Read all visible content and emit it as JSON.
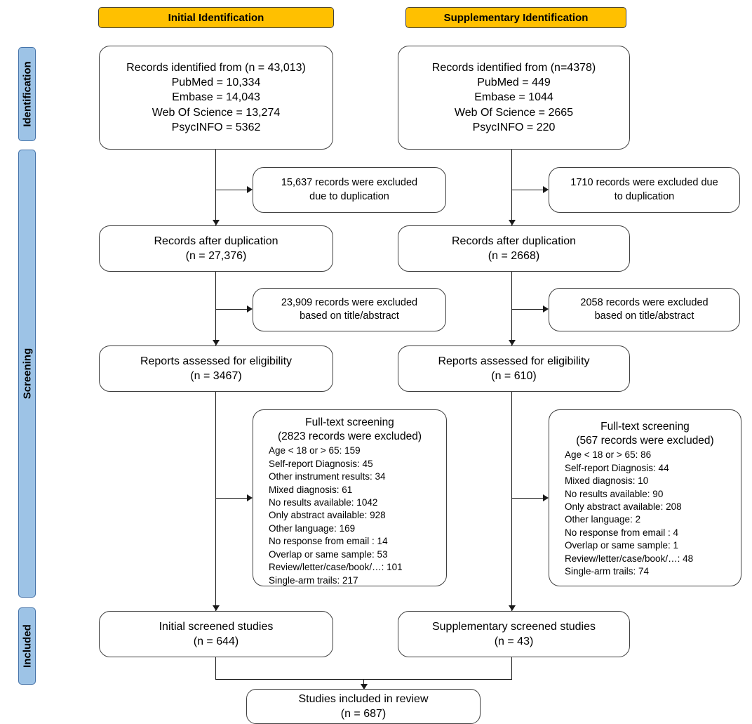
{
  "phases": [
    {
      "label": "Identification"
    },
    {
      "label": "Screening"
    },
    {
      "label": "Included"
    }
  ],
  "banners": {
    "initial": "Initial  Identification",
    "supplementary": "Supplementary Identification"
  },
  "colors": {
    "phase_bar_fill": "#9DC3E6",
    "phase_bar_stroke": "#4472A8",
    "banner_fill": "#FFC000",
    "box_stroke": "#3f3f3f",
    "connector": "#1a1a1a",
    "background": "#ffffff"
  },
  "initial_column": {
    "identified": {
      "title": "Records identified from  (n = 43,013)",
      "sources": [
        "PubMed = 10,334",
        "Embase = 14,043",
        "Web Of Science = 13,274",
        "PsycINFO = 5362"
      ]
    },
    "duplication_excluded": [
      "15,637 records were excluded",
      "due to duplication"
    ],
    "after_duplication": [
      "Records after duplication",
      "(n = 27,376)"
    ],
    "title_abstract_excluded": [
      "23,909 records were excluded",
      "based on title/abstract"
    ],
    "eligibility": [
      "Reports assessed for eligibility",
      "(n = 3467)"
    ],
    "full_text": {
      "heading": "Full-text screening",
      "subheading": "(2823 records were excluded)",
      "reasons": [
        "Age < 18 or > 65: 159",
        "Self-report Diagnosis: 45",
        "Other instrument results: 34",
        "Mixed diagnosis: 61",
        "No results available: 1042",
        "Only abstract available: 928",
        "Other language: 169",
        "No response from email : 14",
        "Overlap or same sample: 53",
        "Review/letter/case/book/…: 101",
        "Single-arm trails: 217"
      ]
    },
    "screened_studies": [
      "Initial screened studies",
      "(n = 644)"
    ]
  },
  "supplementary_column": {
    "identified": {
      "title": "Records identified from  (n=4378)",
      "sources": [
        "PubMed = 449",
        "Embase = 1044",
        "Web Of Science = 2665",
        "PsycINFO = 220"
      ]
    },
    "duplication_excluded": [
      "1710 records were excluded due",
      "to duplication"
    ],
    "after_duplication": [
      "Records after duplication",
      "(n = 2668)"
    ],
    "title_abstract_excluded": [
      "2058 records were excluded",
      "based on title/abstract"
    ],
    "eligibility": [
      "Reports assessed for eligibility",
      "(n = 610)"
    ],
    "full_text": {
      "heading": "Full-text screening",
      "subheading": "(567 records were excluded)",
      "reasons": [
        "Age < 18 or > 65: 86",
        "Self-report Diagnosis: 44",
        "Mixed diagnosis: 10",
        "No results available: 90",
        "Only abstract available: 208",
        "Other language: 2",
        "No response from email : 4",
        "Overlap or same sample: 1",
        "Review/letter/case/book/…: 48",
        "Single-arm trails: 74"
      ]
    },
    "screened_studies": [
      "Supplementary screened studies",
      "(n = 43)"
    ]
  },
  "final": {
    "included": [
      "Studies included in review",
      "(n = 687)"
    ]
  }
}
